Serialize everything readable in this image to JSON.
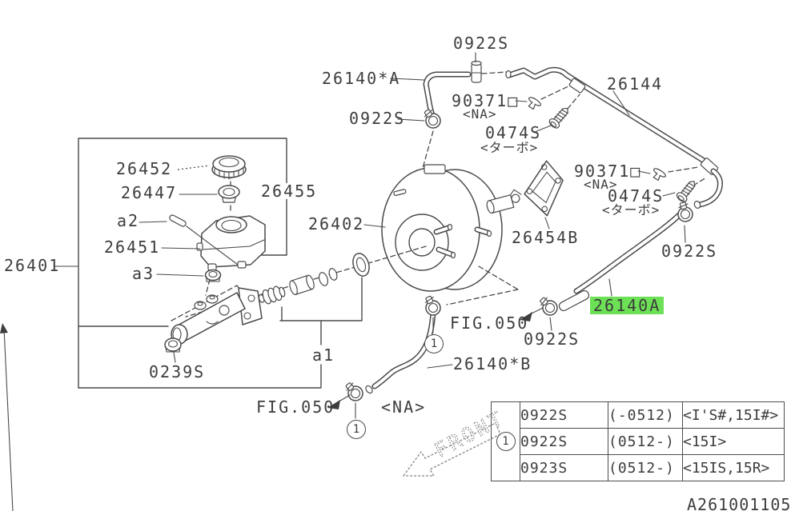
{
  "colors": {
    "highlight": "#6ce155",
    "line": "#4a4a4a",
    "text": "#3d3d3d"
  },
  "labels": {
    "p0922s": "0922S",
    "p0923s": "0923S",
    "p26140xa": "26140*A",
    "p26140xb": "26140*B",
    "p26140a": "26140A",
    "p26144": "26144",
    "p90371": "90371□",
    "na": "<NA>",
    "p0474s": "0474S",
    "turbo": "<ターボ>",
    "p26454b": "26454B",
    "p26402": "26402",
    "p26452": "26452",
    "p26447": "26447",
    "p26455": "26455",
    "p26451": "26451",
    "p26401": "26401",
    "p0239s": "0239S",
    "a1": "a1",
    "a2": "a2",
    "a3": "a3",
    "fig050": "FIG.050",
    "front": "FRONT",
    "callout": "1",
    "doc_code": "A261001105"
  },
  "table": {
    "ref": "1",
    "rows": [
      {
        "part": "0922S",
        "range": "(-0512)",
        "models": "<I'S#,15I#>"
      },
      {
        "part": "0922S",
        "range": "(0512-)",
        "models": "<15I>"
      },
      {
        "part": "0923S",
        "range": "(0512-)",
        "models": "<15IS,15R>"
      }
    ]
  }
}
